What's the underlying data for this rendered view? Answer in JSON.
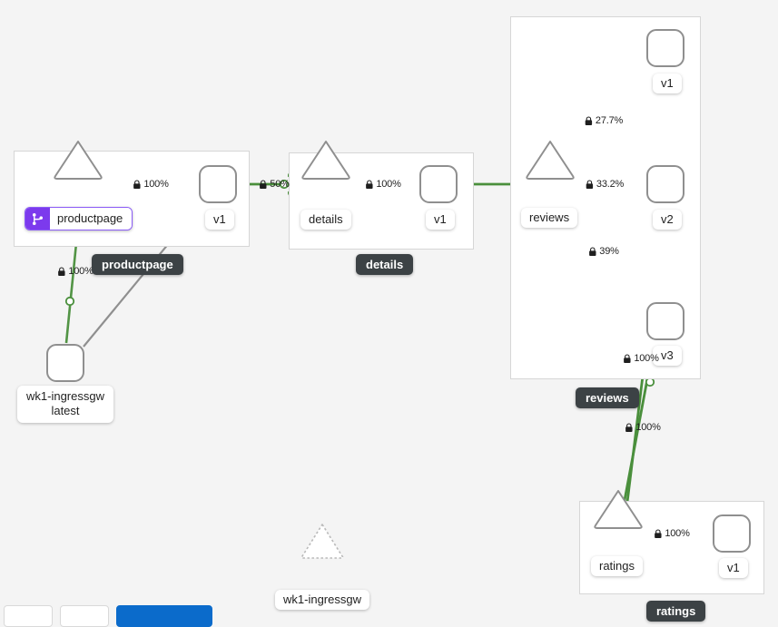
{
  "app": {
    "view": "service-graph-topology",
    "colors": {
      "edge_healthy": "#4a8f3c",
      "edge_idle": "#8f8f8f",
      "node_border": "#8f8f8f",
      "cluster_border": "#d6d6d6",
      "badge_bg": "#3c4245",
      "accent_purple": "#7c3aed",
      "canvas_bg": "#f4f4f4",
      "primary_button": "#0b6bcb"
    }
  },
  "clusters": [
    {
      "id": "productpage",
      "badge": "productpage"
    },
    {
      "id": "details",
      "badge": "details"
    },
    {
      "id": "reviews",
      "badge": "reviews"
    },
    {
      "id": "ratings",
      "badge": "ratings"
    }
  ],
  "nodes": [
    {
      "id": "productpage-svc",
      "type": "service",
      "label": "productpage",
      "badge_icon": "traffic-shift-icon"
    },
    {
      "id": "productpage-v1",
      "type": "workload",
      "label": "v1"
    },
    {
      "id": "details-svc",
      "type": "service",
      "label": "details"
    },
    {
      "id": "details-v1",
      "type": "workload",
      "label": "v1"
    },
    {
      "id": "reviews-svc",
      "type": "service",
      "label": "reviews"
    },
    {
      "id": "reviews-v1",
      "type": "workload",
      "label": "v1"
    },
    {
      "id": "reviews-v2",
      "type": "workload",
      "label": "v2"
    },
    {
      "id": "reviews-v3",
      "type": "workload",
      "label": "v3"
    },
    {
      "id": "ratings-svc",
      "type": "service",
      "label": "ratings"
    },
    {
      "id": "ratings-v1",
      "type": "workload",
      "label": "v1"
    },
    {
      "id": "ingressgw-wl",
      "type": "workload",
      "label_line1": "wk1-ingressgw",
      "label_line2": "latest"
    },
    {
      "id": "ingressgw-svc",
      "type": "service",
      "label": "wk1-ingressgw",
      "state": "idle"
    }
  ],
  "edges": [
    {
      "id": "gw-to-productpage",
      "from": "ingressgw-wl",
      "to": "productpage-svc",
      "pct": "100%",
      "secure": true,
      "status": "healthy"
    },
    {
      "id": "gw-to-productpage-v1",
      "from": "ingressgw-wl",
      "to": "productpage-v1",
      "pct": "",
      "secure": false,
      "status": "idle"
    },
    {
      "id": "productpage-internal",
      "from": "productpage-svc",
      "to": "productpage-v1",
      "pct": "100%",
      "secure": true,
      "status": "healthy"
    },
    {
      "id": "productpage-to-details",
      "from": "productpage-v1",
      "to": "details-svc",
      "pct": "50%",
      "secure": true,
      "status": "healthy"
    },
    {
      "id": "details-internal",
      "from": "details-svc",
      "to": "details-v1",
      "pct": "100%",
      "secure": true,
      "status": "healthy"
    },
    {
      "id": "details-to-reviews",
      "from": "details-v1",
      "to": "reviews-svc",
      "pct": "",
      "secure": false,
      "status": "healthy"
    },
    {
      "id": "reviews-to-v1",
      "from": "reviews-svc",
      "to": "reviews-v1",
      "pct": "27.7%",
      "secure": true,
      "status": "healthy"
    },
    {
      "id": "reviews-to-v2",
      "from": "reviews-svc",
      "to": "reviews-v2",
      "pct": "33.2%",
      "secure": true,
      "status": "healthy"
    },
    {
      "id": "reviews-to-v3",
      "from": "reviews-svc",
      "to": "reviews-v3",
      "pct": "39%",
      "secure": true,
      "status": "healthy"
    },
    {
      "id": "reviews-v2-to-ratings",
      "from": "reviews-v2",
      "to": "ratings-svc",
      "pct": "100%",
      "secure": true,
      "status": "healthy"
    },
    {
      "id": "reviews-v3-to-ratings",
      "from": "reviews-v3",
      "to": "ratings-svc",
      "pct": "100%",
      "secure": true,
      "status": "healthy"
    },
    {
      "id": "ratings-internal",
      "from": "ratings-svc",
      "to": "ratings-v1",
      "pct": "100%",
      "secure": true,
      "status": "healthy"
    }
  ],
  "edge_labels": {
    "gw_to_productpage": "100%",
    "productpage_internal": "100%",
    "productpage_to_details": "50%",
    "details_internal": "100%",
    "reviews_to_v1": "27.7%",
    "reviews_to_v2": "33.2%",
    "reviews_to_v3": "39%",
    "v3_to_ratings": "100%",
    "ratings_internal": "100%"
  },
  "toolbar": {
    "zoom_chip": "",
    "legend_chip": "",
    "primary_button": ""
  }
}
